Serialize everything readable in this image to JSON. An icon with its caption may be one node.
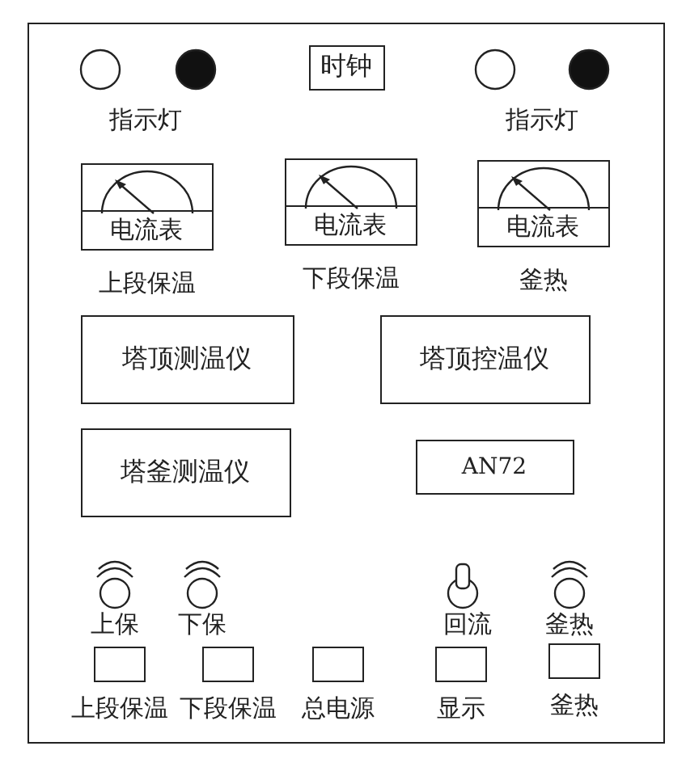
{
  "diagram": {
    "nodes": [
      {
        "text": [],
        "shape": "box"
      },
      {
        "text": [
          "时钟"
        ],
        "in": 0
      },
      {
        "text": [
          "电流表"
        ],
        "beside": [
          "上段保温"
        ],
        "in": 0
      },
      {
        "text": [
          "电流表"
        ],
        "beside": [
          "下段保温"
        ],
        "in": 0
      },
      {
        "text": [
          "电流表"
        ],
        "beside": [
          "釜热"
        ],
        "in": 0
      },
      {
        "text": [
          "塔顶测温仪"
        ],
        "in": 0
      },
      {
        "text": [
          "塔顶控温仪"
        ],
        "in": 0
      },
      {
        "text": [
          "塔釜测温仪"
        ],
        "in": 0
      },
      {
        "text": [
          "AN72"
        ],
        "in": 0
      },
      {
        "text": [],
        "shape": "box",
        "beside": [
          "上段保温"
        ],
        "in": 0
      },
      {
        "text": [],
        "shape": "box",
        "beside": [
          "下段保温"
        ],
        "in": 0
      },
      {
        "text": [],
        "shape": "box",
        "beside": [
          "总电源"
        ],
        "in": 0
      },
      {
        "text": [],
        "shape": "box",
        "beside": [
          "显示"
        ],
        "in": 0
      },
      {
        "text": [],
        "shape": "box",
        "beside": [
          "釜热"
        ],
        "in": 0
      }
    ],
    "labels": [
      "指示灯",
      "指示灯",
      "上保",
      "下保",
      "回流",
      "釜热"
    ]
  }
}
